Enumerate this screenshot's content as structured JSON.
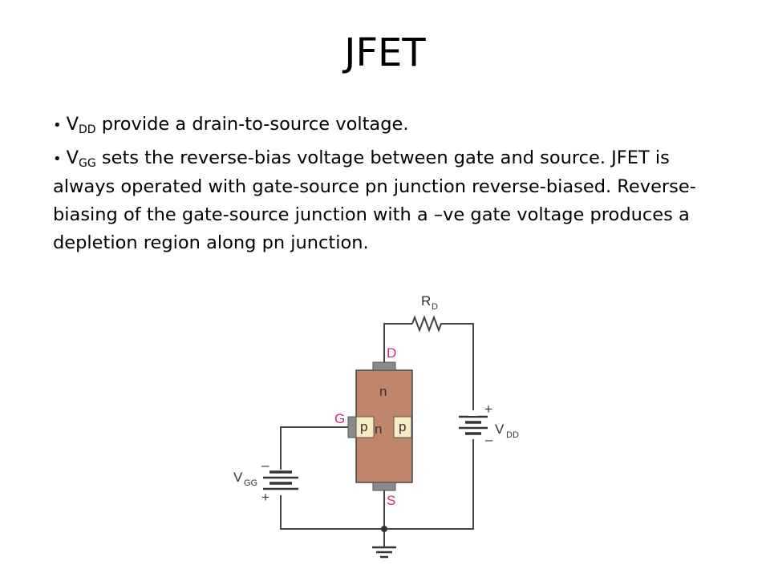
{
  "title": "JFET",
  "bullets": [
    {
      "symbol_main": "V",
      "symbol_sub": "DD",
      "text": " provide a drain-to-source voltage."
    },
    {
      "symbol_main": "V",
      "symbol_sub": "GG",
      "text": " sets the reverse-bias voltage between gate and source. JFET is always operated with gate-source pn junction reverse-biased. Reverse-biasing of the gate-source junction with a –ve gate voltage produces a depletion region along pn junction."
    }
  ],
  "diagram": {
    "rd_label": "R",
    "rd_sub": "D",
    "drain_label": "D",
    "gate_label": "G",
    "source_label": "S",
    "n_top": "n",
    "n_mid": "n",
    "p_left": "p",
    "p_right": "p",
    "vdd_main": "V",
    "vdd_sub": "DD",
    "vdd_plus": "+",
    "vdd_minus": "–",
    "vgg_main": "V",
    "vgg_sub": "GG",
    "vgg_minus": "–",
    "vgg_plus": "+",
    "terminal_color": "#d6257a",
    "channel_color": "#c0866c",
    "p_region_color": "#f6edc4"
  }
}
